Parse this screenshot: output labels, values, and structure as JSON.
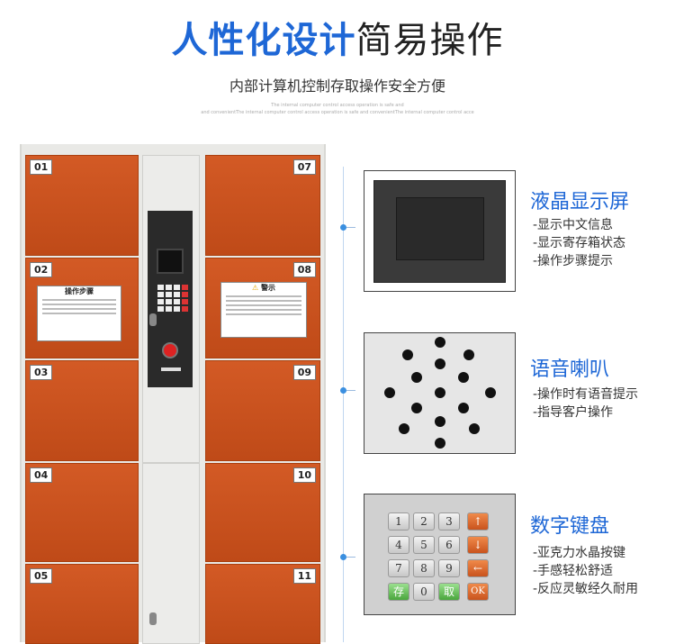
{
  "header": {
    "title_highlight": "人性化设计",
    "title_rest": "简易操作",
    "subtitle": "内部计算机控制存取操作安全方便",
    "fine_line_1": "The internal computer control access operation is safe and",
    "fine_line_2": "and convenientThe internal computer control access operation is safe and convenientThe internal computer control acce"
  },
  "cabinet": {
    "left_numbers": [
      "01",
      "02",
      "03",
      "04",
      "05"
    ],
    "right_numbers": [
      "07",
      "08",
      "09",
      "10",
      "11"
    ],
    "steps_card_title": "操作步骤",
    "warning_card_title": "警示"
  },
  "features": [
    {
      "title": "液晶显示屏",
      "items": [
        "-显示中文信息",
        "-显示寄存箱状态",
        "-操作步骤提示"
      ]
    },
    {
      "title": "语音喇叭",
      "items": [
        "-操作时有语音提示",
        "-指导客户操作"
      ]
    },
    {
      "title": "数字键盘",
      "items": [
        "-亚克力水晶按键",
        "-手感轻松舒适",
        "-反应灵敏经久耐用"
      ]
    }
  ],
  "keypad_keys": [
    [
      "1",
      "2",
      "3",
      "↑"
    ],
    [
      "4",
      "5",
      "6",
      "↓"
    ],
    [
      "7",
      "8",
      "9",
      "←"
    ],
    [
      "存",
      "0",
      "取",
      "OK"
    ]
  ],
  "colors": {
    "accent": "#1e67d6",
    "door": "#c9511e",
    "line": "#3a8fe0"
  }
}
